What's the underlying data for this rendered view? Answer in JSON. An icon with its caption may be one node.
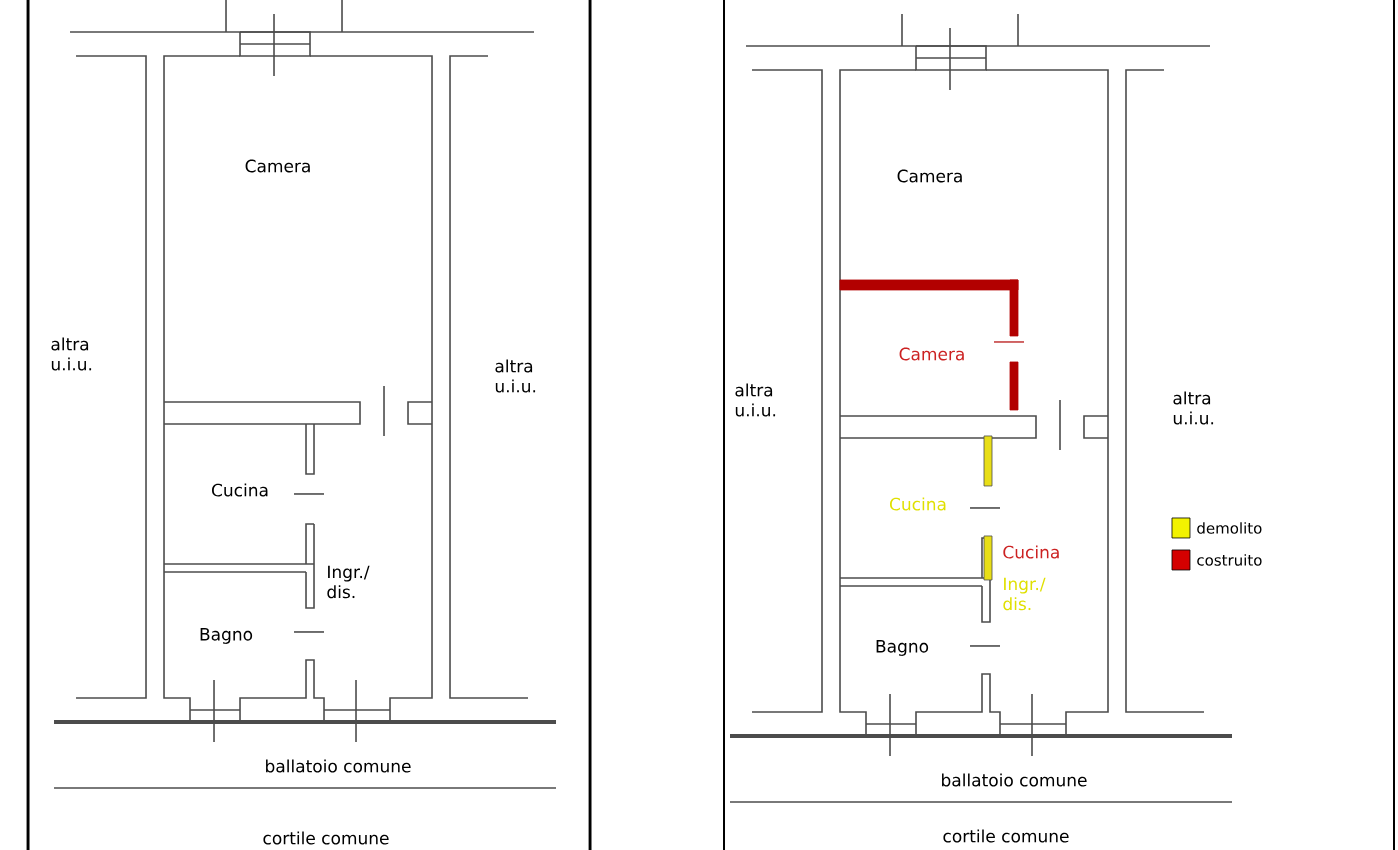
{
  "diagram": {
    "labels": [
      "Camera",
      "altra u.i.u.",
      "altra u.i.u.",
      "Cucina",
      "Ingr./ dis.",
      "Bagno",
      "ballatoio comune",
      "cortile comune",
      "Camera",
      "Camera",
      "altra u.i.u.",
      "altra u.i.u.",
      "Cucina",
      "Cucina",
      "Ingr./ dis.",
      "Bagno",
      "ballatoio comune",
      "cortile comune"
    ],
    "legend": [
      {
        "text": "demolito",
        "color": "#f2f200"
      },
      {
        "text": "costruito",
        "color": "#d40000"
      }
    ]
  }
}
